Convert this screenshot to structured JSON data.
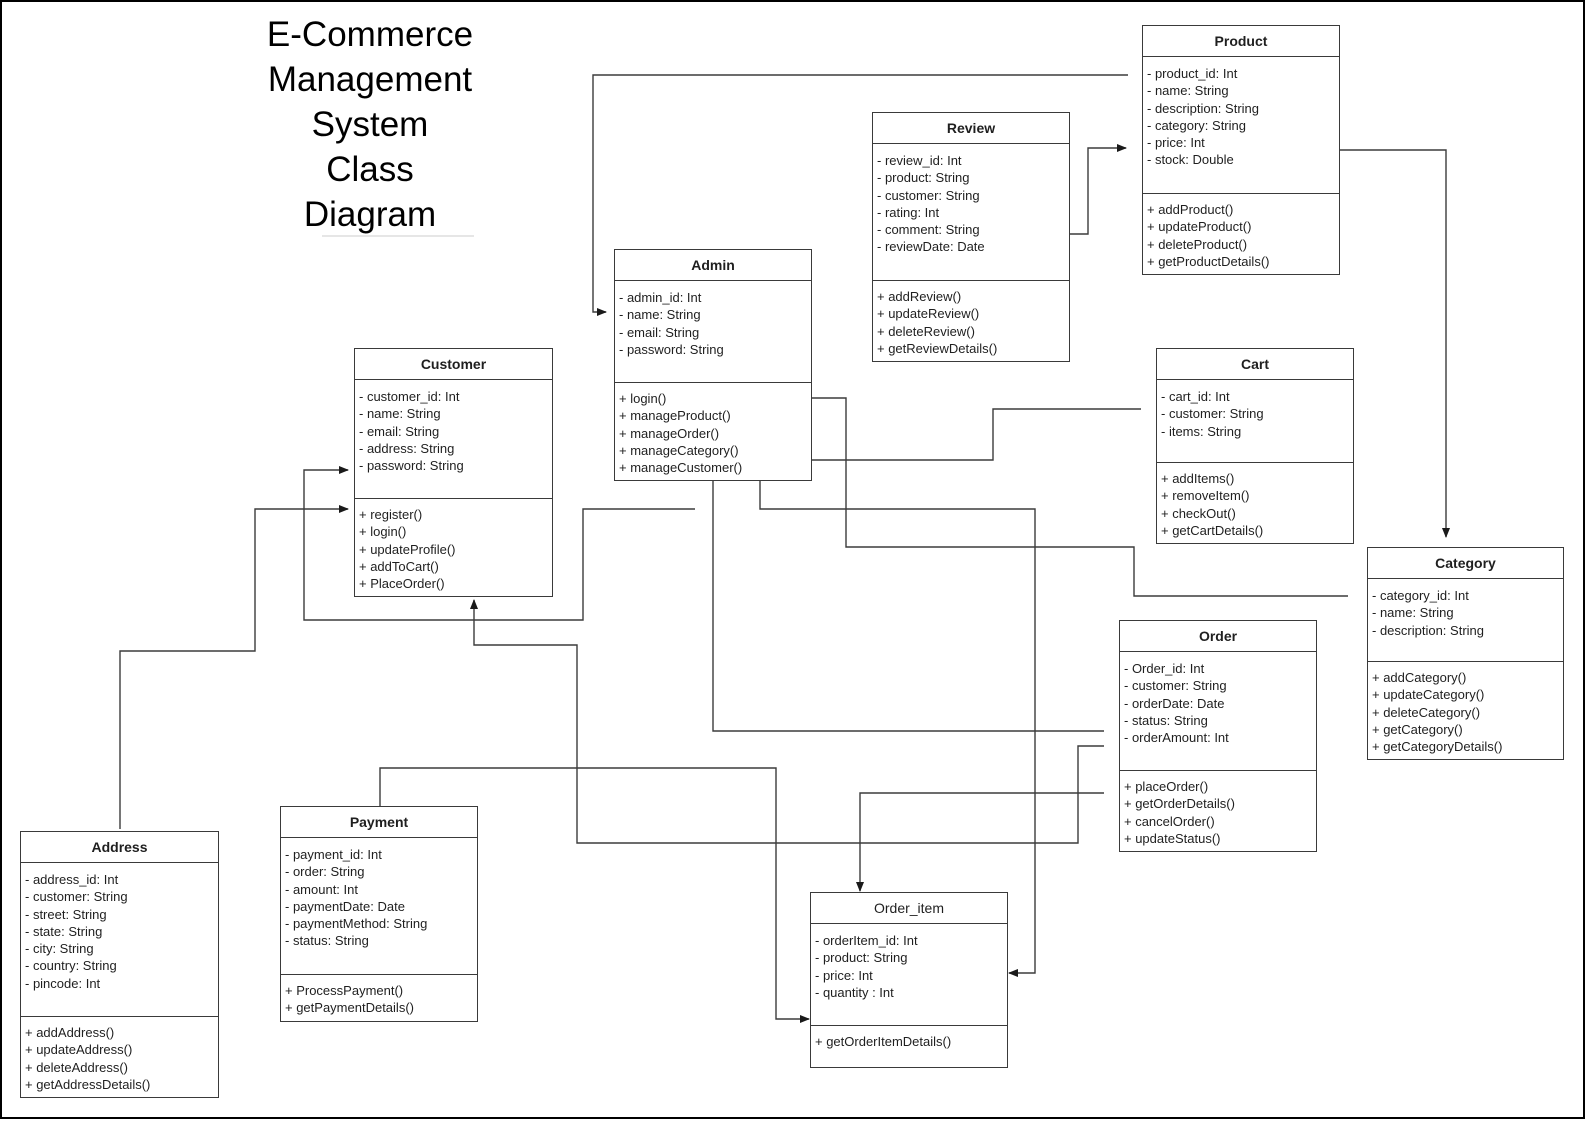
{
  "title_lines": [
    "E-Commerce",
    "Management",
    "System",
    "Class",
    "Diagram"
  ],
  "classes": {
    "product": {
      "name": "Product",
      "attributes": [
        "- product_id: Int",
        "- name: String",
        "- description: String",
        "- category: String",
        "- price: Int",
        "- stock: Double"
      ],
      "operations": [
        "+ addProduct()",
        "+ updateProduct()",
        "+ deleteProduct()",
        "+ getProductDetails()"
      ]
    },
    "review": {
      "name": "Review",
      "attributes": [
        "- review_id: Int",
        "- product: String",
        "- customer: String",
        "- rating: Int",
        "- comment: String",
        "- reviewDate: Date"
      ],
      "operations": [
        "+ addReview()",
        "+ updateReview()",
        "+ deleteReview()",
        "+ getReviewDetails()"
      ]
    },
    "admin": {
      "name": "Admin",
      "attributes": [
        "- admin_id: Int",
        "- name: String",
        "- email: String",
        "- password: String"
      ],
      "operations": [
        "+ login()",
        "+ manageProduct()",
        "+ manageOrder()",
        "+ manageCategory()",
        "+ manageCustomer()"
      ]
    },
    "customer": {
      "name": "Customer",
      "attributes": [
        "- customer_id: Int",
        "- name: String",
        "- email: String",
        "- address: String",
        "- password: String"
      ],
      "operations": [
        "+ register()",
        "+ login()",
        "+ updateProfile()",
        "+ addToCart()",
        "+ PlaceOrder()"
      ]
    },
    "cart": {
      "name": "Cart",
      "attributes": [
        "- cart_id: Int",
        "- customer: String",
        "- items: String"
      ],
      "operations": [
        "+ addItems()",
        "+ removeItem()",
        "+ checkOut()",
        "+ getCartDetails()"
      ]
    },
    "category": {
      "name": "Category",
      "attributes": [
        "- category_id: Int",
        "- name: String",
        "- description: String"
      ],
      "operations": [
        "+ addCategory()",
        "+ updateCategory()",
        "+ deleteCategory()",
        "+ getCategory()",
        "+ getCategoryDetails()"
      ]
    },
    "order": {
      "name": "Order",
      "attributes": [
        "- Order_id: Int",
        "- customer: String",
        "- orderDate: Date",
        "- status: String",
        "- orderAmount: Int"
      ],
      "operations": [
        "+ placeOrder()",
        "+ getOrderDetails()",
        "+ cancelOrder()",
        "+ updateStatus()"
      ]
    },
    "payment": {
      "name": "Payment",
      "attributes": [
        "- payment_id: Int",
        "- order: String",
        "- amount: Int",
        "- paymentDate: Date",
        "- paymentMethod: String",
        "- status: String"
      ],
      "operations": [
        "+ ProcessPayment()",
        "+ getPaymentDetails()"
      ]
    },
    "address": {
      "name": "Address",
      "attributes": [
        "- address_id: Int",
        "- customer: String",
        "- street: String",
        "- state: String",
        "- city: String",
        "- country: String",
        "- pincode: Int"
      ],
      "operations": [
        "+ addAddress()",
        "+ updateAddress()",
        "+ deleteAddress()",
        "+ getAddressDetails()"
      ]
    },
    "order_item": {
      "name": "Order_item",
      "attributes": [
        "- orderItem_id: Int",
        "- product: String",
        "- price: Int",
        "- quantity : Int"
      ],
      "operations": [
        "+ getOrderItemDetails()"
      ]
    }
  }
}
